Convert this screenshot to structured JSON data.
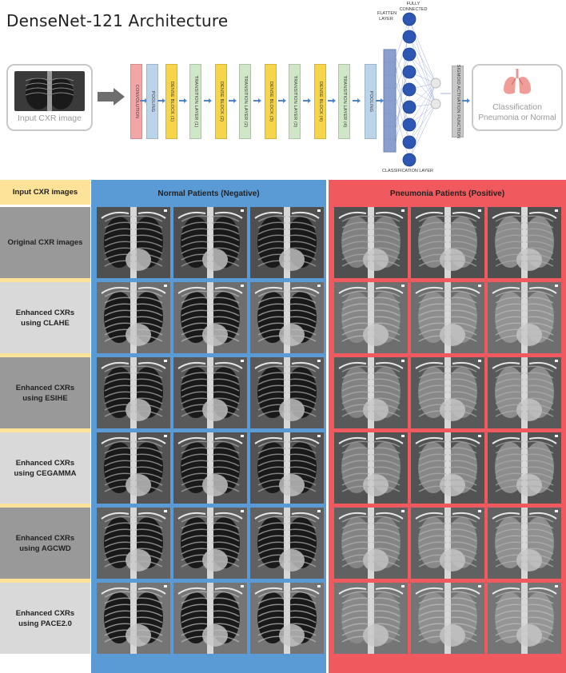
{
  "title": "DenseNet-121 Architecture",
  "input_caption": "Input CXR image",
  "layers": [
    {
      "label": "CONVOLUTION",
      "color": "#f4a6a6"
    },
    {
      "label": "POOLING",
      "color": "#bcd4ea"
    },
    {
      "label": "DENSE BLOCK (1)",
      "color": "#f7d54a"
    },
    {
      "label": "TRANSITION LAYER (1)",
      "color": "#cfe7c6"
    },
    {
      "label": "DENSE BLOCK (2)",
      "color": "#f7d54a"
    },
    {
      "label": "TRANSITION LAYER (2)",
      "color": "#cfe7c6"
    },
    {
      "label": "DENSE BLOCK (3)",
      "color": "#f7d54a"
    },
    {
      "label": "TRANSITION LAYER (3)",
      "color": "#cfe7c6"
    },
    {
      "label": "DENSE BLOCK (4)",
      "color": "#f7d54a"
    },
    {
      "label": "TRANSITION LAYER (4)",
      "color": "#cfe7c6"
    },
    {
      "label": "POOLING",
      "color": "#bcd4ea"
    }
  ],
  "flatten_label": "FLATTEN LAYER",
  "fc_label": "FULLY CONNECTED",
  "classification_layer_label": "CLASSIFICATION LAYER",
  "sigmoid_label": "SIGMOID ACTIVATION FUNCTION",
  "output_caption_line1": "Classification",
  "output_caption_line2": "Pneumonia or Normal",
  "table": {
    "corner": "Input CXR images",
    "normal_header": "Normal Patients (Negative)",
    "pneumonia_header": "Pneumonia Patients (Positive)",
    "rows": [
      "Original CXR images",
      "Enhanced CXRs using CLAHE",
      "Enhanced CXRs using ESIHE",
      "Enhanced CXRs using CEGAMMA",
      "Enhanced CXRs using AGCWD",
      "Enhanced CXRs using PACE2.0"
    ],
    "colors": {
      "normal_bg": "#5b9bd5",
      "pneumonia_bg": "#f05a5e",
      "corner_bg": "#fde39a"
    }
  }
}
